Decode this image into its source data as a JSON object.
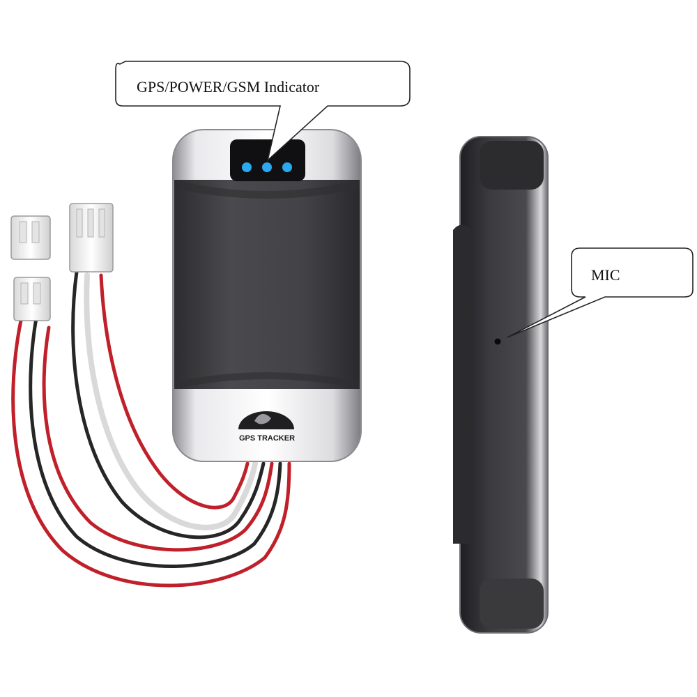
{
  "callouts": {
    "indicator": {
      "label": "GPS/POWER/GSM Indicator"
    },
    "mic": {
      "label": "MIC"
    }
  },
  "device": {
    "logo_text": "GPS TRACKER",
    "led_color": "#2aa8f0",
    "body_color": "#3a3a3c",
    "casing_color": "#c9c9cc"
  },
  "wires": {
    "colors": [
      "#c0202a",
      "#2a2a2a",
      "#e8e8e8",
      "#c0202a"
    ]
  }
}
